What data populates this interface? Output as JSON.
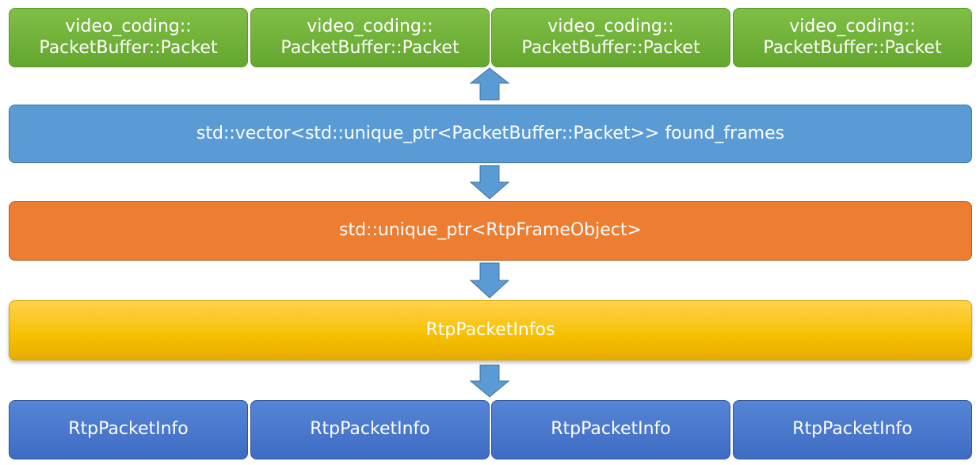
{
  "packets": [
    {
      "label": "video_coding::\nPacketBuffer::Packet"
    },
    {
      "label": "video_coding::\nPacketBuffer::Packet"
    },
    {
      "label": "video_coding::\nPacketBuffer::Packet"
    },
    {
      "label": "video_coding::\nPacketBuffer::Packet"
    }
  ],
  "found_frames": {
    "label": "std::vector<std::unique_ptr<PacketBuffer::Packet>> found_frames"
  },
  "frame_object": {
    "label": "std::unique_ptr<RtpFrameObject>"
  },
  "packet_infos": {
    "label": "RtpPacketInfos"
  },
  "infos": [
    {
      "label": "RtpPacketInfo"
    },
    {
      "label": "RtpPacketInfo"
    },
    {
      "label": "RtpPacketInfo"
    },
    {
      "label": "RtpPacketInfo"
    }
  ],
  "colors": {
    "green": "#70ad47",
    "light_blue": "#5b9bd5",
    "orange": "#ed7d31",
    "gold": "#ffc000",
    "dark_blue": "#4472c4",
    "arrow_fill": "#5b9bd5",
    "arrow_stroke": "#41719c"
  }
}
